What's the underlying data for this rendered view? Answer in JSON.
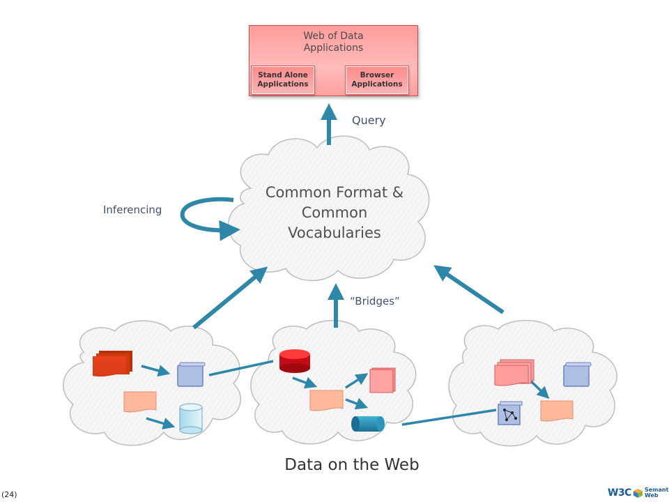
{
  "apps_box": {
    "title": "Web of Data Applications",
    "title_line1": "Web of Data",
    "title_line2": "Applications",
    "buttons": [
      {
        "line1": "Stand Alone",
        "line2": "Applications"
      },
      {
        "line1": "Browser",
        "line2": "Applications"
      }
    ]
  },
  "labels": {
    "query": "Query",
    "inferencing": "Inferencing",
    "bridges": "“Bridges”"
  },
  "central_cloud": {
    "line1": "Common Format &",
    "line2": "Common",
    "line3": "Vocabularies"
  },
  "footer": {
    "caption": "Data on the Web",
    "page_number": "(24)",
    "logo_w3c": "W3C",
    "logo_line1": "Semantic",
    "logo_line2": "Web"
  },
  "colors": {
    "arrow": "#2e86a8",
    "cloud_fill": "#f7f7f7",
    "cloud_stroke": "#b9b9b9",
    "doc_red": "#e2471a",
    "doc_salmon": "#ffb89a",
    "doc_blue": "#aebfe6",
    "cylinder_red": "#d8101a",
    "cylinder_teal": "#2e8fb0",
    "cylinder_lightblue": "#bfe5f2",
    "pink_stack": "#ff9c9c",
    "apps_box": "#ffb0b0"
  }
}
